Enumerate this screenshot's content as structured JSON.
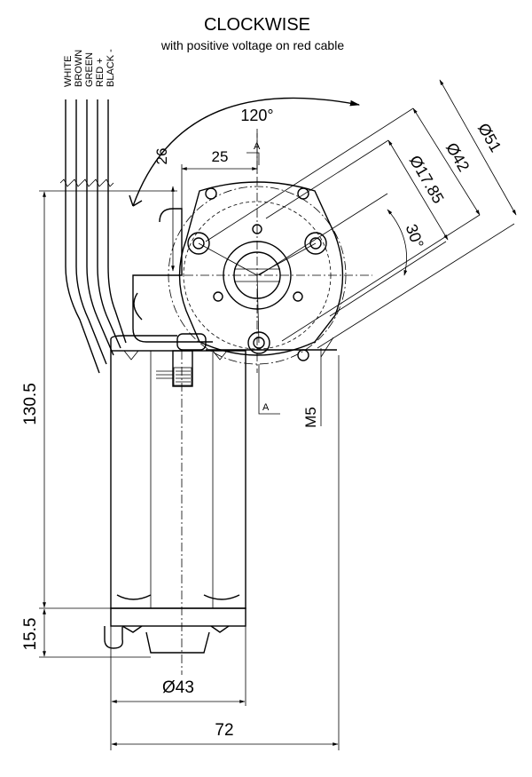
{
  "title": "CLOCKWISE",
  "subtitle": "with positive voltage on red cable",
  "wires": [
    "WHITE",
    "BROWN",
    "GREEN",
    "RED +",
    "BLACK -"
  ],
  "dimensions": {
    "angle_top": "120°",
    "angle_small": "30°",
    "d26": "26",
    "d25": "25",
    "dia51": "Ø51",
    "dia42": "Ø42",
    "dia17": "Ø17.85",
    "h130": "130.5",
    "h15": "15.5",
    "dia43": "Ø43",
    "w72": "72",
    "thread": "M5",
    "section_a_top": "A",
    "section_a_bottom": "A"
  }
}
